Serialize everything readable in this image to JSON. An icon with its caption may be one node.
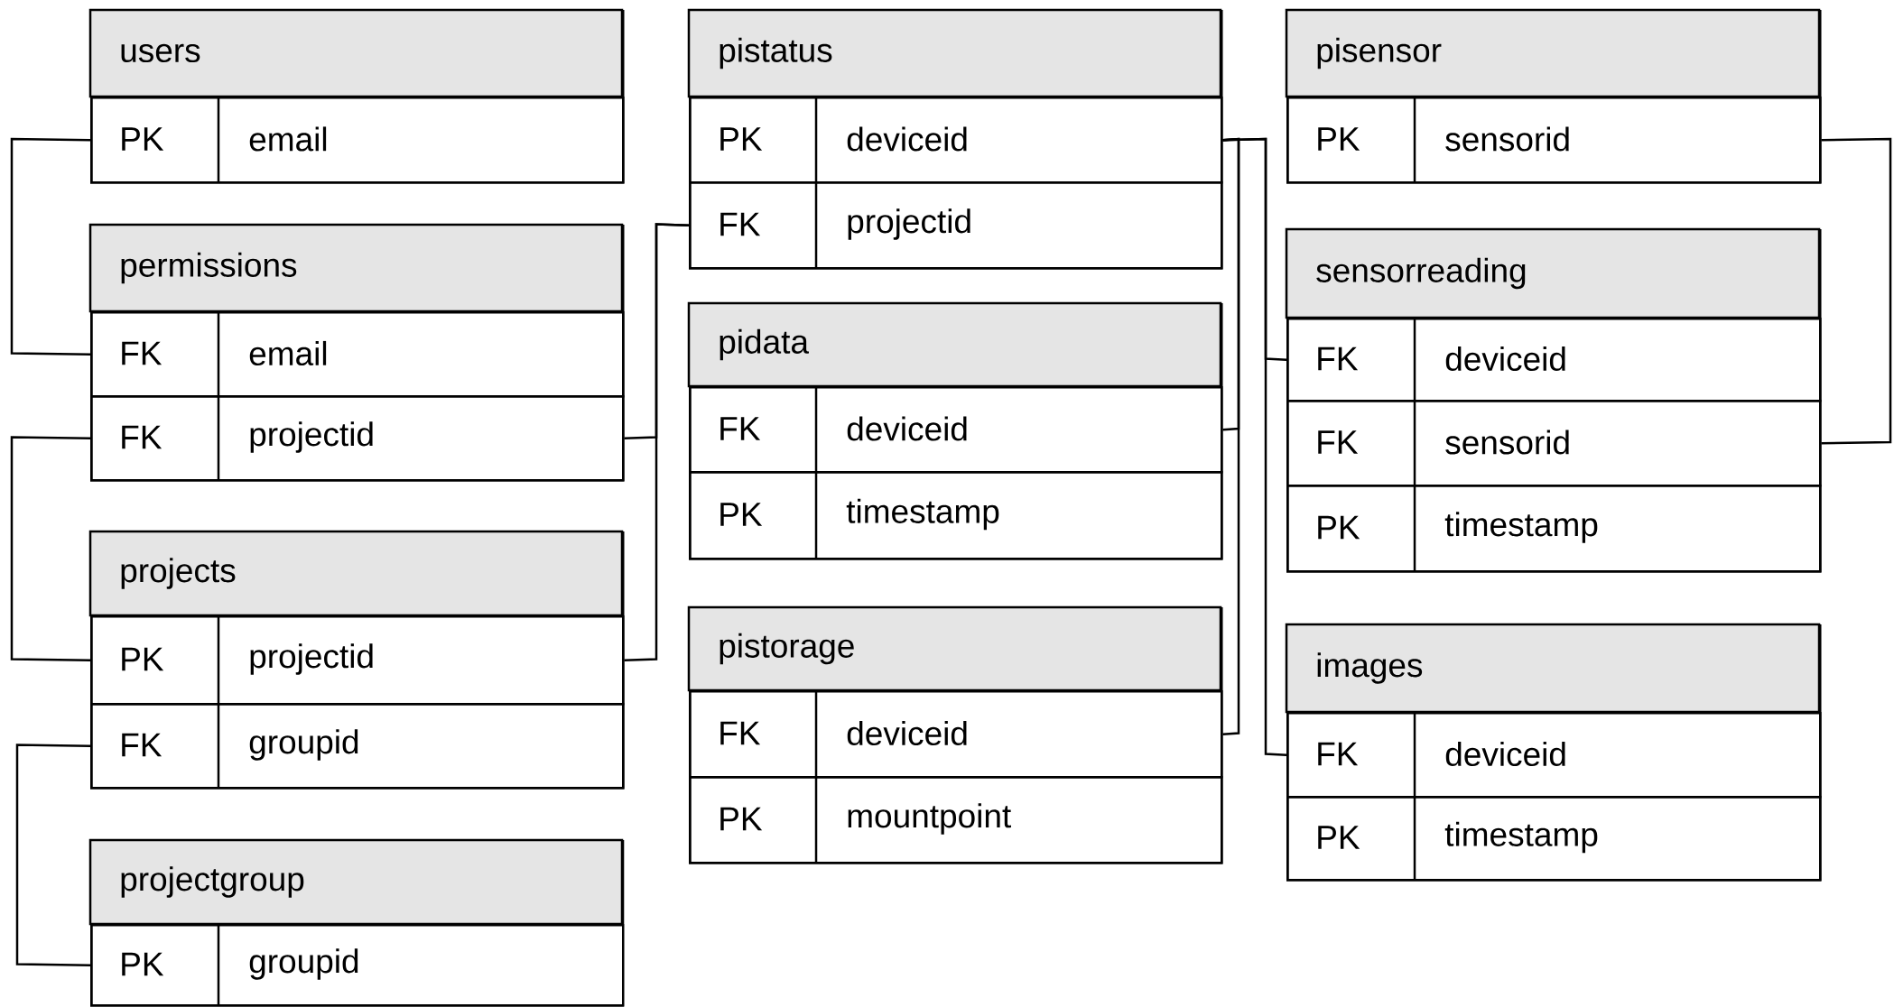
{
  "diagram": {
    "nodes": [
      {
        "text": [
          "users"
        ]
      },
      {
        "text": [
          "PK",
          "email"
        ],
        "in": 0
      },
      {
        "text": [
          "permissions"
        ]
      },
      {
        "text": [
          "FK",
          "email"
        ],
        "in": 2
      },
      {
        "text": [
          "FK",
          "projectid"
        ],
        "in": 2
      },
      {
        "text": [
          "projects"
        ]
      },
      {
        "text": [
          "PK",
          "projectid"
        ],
        "in": 5
      },
      {
        "text": [
          "FK",
          "groupid"
        ],
        "in": 5
      },
      {
        "text": [
          "projectgroup"
        ]
      },
      {
        "text": [
          "PK",
          "groupid"
        ],
        "in": 8
      },
      {
        "text": [
          "pistatus"
        ]
      },
      {
        "text": [
          "PK",
          "deviceid"
        ],
        "in": 10
      },
      {
        "text": [
          "FK",
          "projectid"
        ],
        "in": 10
      },
      {
        "text": [
          "pidata"
        ]
      },
      {
        "text": [
          "FK",
          "deviceid"
        ],
        "in": 13
      },
      {
        "text": [
          "PK",
          "timestamp"
        ],
        "in": 13
      },
      {
        "text": [
          "pistorage"
        ]
      },
      {
        "text": [
          "FK",
          "deviceid"
        ],
        "in": 16
      },
      {
        "text": [
          "PK",
          "mountpoint"
        ],
        "in": 16
      },
      {
        "text": [
          "pisensor"
        ]
      },
      {
        "text": [
          "PK",
          "sensorid"
        ],
        "in": 19
      },
      {
        "text": [
          "sensorreading"
        ]
      },
      {
        "text": [
          "FK",
          "deviceid"
        ],
        "in": 21
      },
      {
        "text": [
          "FK",
          "sensorid"
        ],
        "in": 21
      },
      {
        "text": [
          "PK",
          "timestamp"
        ],
        "in": 21
      },
      {
        "text": [
          "images"
        ]
      },
      {
        "text": [
          "FK",
          "deviceid"
        ],
        "in": 25
      },
      {
        "text": [
          "PK",
          "timestamp"
        ],
        "in": 25
      }
    ],
    "edges": [
      {
        "from": 1,
        "to": 3,
        "arrow": "none"
      },
      {
        "from": 4,
        "to": 6,
        "arrow": "none"
      },
      {
        "from": 7,
        "to": 9,
        "arrow": "none"
      },
      {
        "from": 4,
        "to": 12,
        "arrow": "none"
      },
      {
        "from": 6,
        "to": 12,
        "arrow": "none"
      },
      {
        "from": 11,
        "to": 14,
        "arrow": "none"
      },
      {
        "from": 11,
        "to": 17,
        "arrow": "none"
      },
      {
        "from": 11,
        "to": 22,
        "arrow": "none"
      },
      {
        "from": 11,
        "to": 26,
        "arrow": "none"
      },
      {
        "from": 20,
        "to": 23,
        "arrow": "none"
      }
    ]
  }
}
